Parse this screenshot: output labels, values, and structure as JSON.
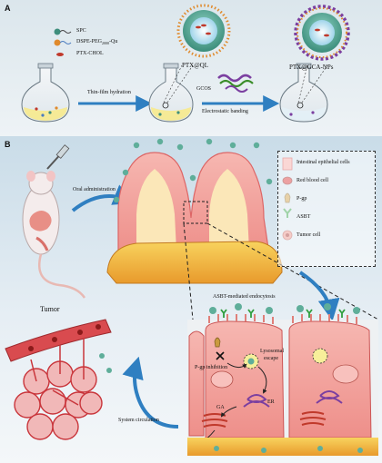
{
  "panel_a": {
    "letter": "A",
    "legend": {
      "spc": "SPC",
      "dspe_main": "DSPE-PEG",
      "dspe_sub": "2000",
      "dspe_tail": "-Qu",
      "ptx_chol": "PTX-CHOL"
    },
    "step1": "Thin-film hydration",
    "intermediate": "PTX@QL",
    "gcos": "GCOS",
    "step2": "Electrostatic banding",
    "product": "PTX@GCA-NPs"
  },
  "panel_b": {
    "letter": "B",
    "oral": "Oral administration",
    "legend": [
      {
        "icon": "epithelial-cell-icon",
        "label": "Intestinal epithelial cells"
      },
      {
        "icon": "red-blood-cell-icon",
        "label": "Red blood cell"
      },
      {
        "icon": "p-gp-icon",
        "label": "P-gp"
      },
      {
        "icon": "asbt-icon",
        "label": "ASBT"
      },
      {
        "icon": "tumor-cell-icon",
        "label": "Tumor cell"
      }
    ],
    "endocytosis": "ASBT-mediated endocytosis",
    "pgp_inhibition": "P-gp inhibition",
    "lysosomal": "Lysosomal",
    "escape": "escape",
    "er": "ER",
    "ga": "GA",
    "tumor": "Tumor",
    "circulation": "System circulation"
  },
  "colors": {
    "arrow_blue": "#2f7fc1",
    "nanoparticle": "#5fae9a",
    "villus_pink": "#f3a7a2",
    "tissue_yellow": "#f6c64a",
    "tumor_red": "#c9353b"
  }
}
